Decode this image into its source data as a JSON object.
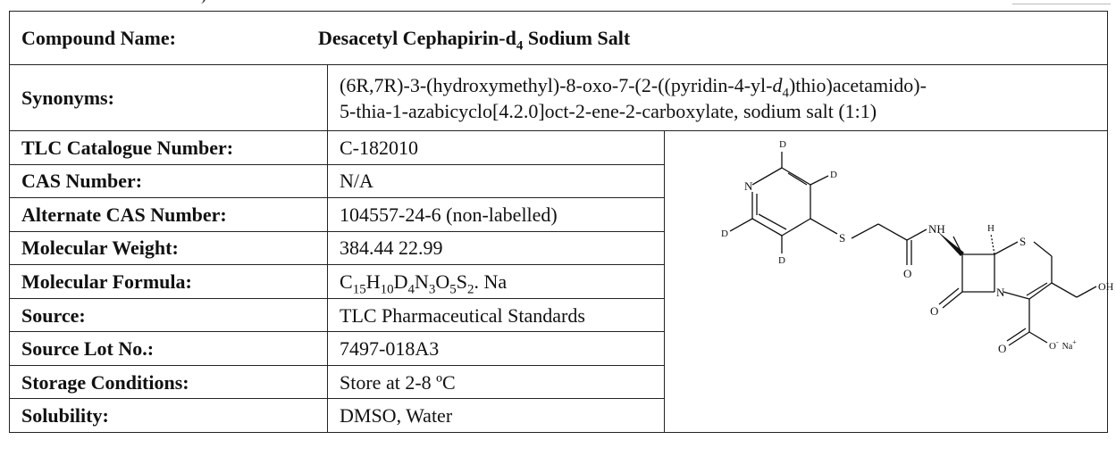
{
  "compound_name": {
    "label": "Compound Name:",
    "value_main": "Desacetyl Cephapirin-d",
    "value_sub": "4",
    "value_tail": " Sodium Salt"
  },
  "synonyms": {
    "label": "Synonyms:",
    "part1": "(6R,7R)-3-(hydroxymethyl)-8-oxo-7-(2-((pyridin-4-yl-",
    "part1_italic": "d",
    "part1_sub": "4",
    "part1_tail": ")thio)acetamido)-",
    "line2": "5-thia-1-azabicyclo[4.2.0]oct-2-ene-2-carboxylate, sodium salt (1:1)"
  },
  "rows": [
    {
      "label": "TLC Catalogue Number:",
      "value": "C-182010"
    },
    {
      "label": "CAS Number:",
      "value": "N/A"
    },
    {
      "label": "Alternate CAS Number:",
      "value": "104557-24-6 (non-labelled)"
    },
    {
      "label": "Molecular Weight:",
      "value": "384.44 22.99"
    },
    {
      "label": "Molecular Formula:",
      "formula": [
        {
          "t": "C"
        },
        {
          "s": "15"
        },
        {
          "t": "H"
        },
        {
          "s": "10"
        },
        {
          "t": "D"
        },
        {
          "s": "4"
        },
        {
          "t": "N"
        },
        {
          "s": "3"
        },
        {
          "t": "O"
        },
        {
          "s": "5"
        },
        {
          "t": "S"
        },
        {
          "s": "2"
        },
        {
          "t": ". Na"
        }
      ]
    },
    {
      "label": "Source:",
      "value": "TLC Pharmaceutical Standards"
    },
    {
      "label": "Source Lot No.:",
      "value": "7497-018A3"
    },
    {
      "label": "Storage Conditions:",
      "value": "Store at 2-8 ºC"
    },
    {
      "label": "Solubility:",
      "value": "DMSO, Water"
    }
  ],
  "structure": {
    "atom_D": "D",
    "atom_N": "N",
    "atom_S": "S",
    "atom_NH": "NH",
    "atom_H": "H",
    "atom_O": "O",
    "atom_OH": "OH",
    "atom_O_minus": "O",
    "minus_sign": "-",
    "atom_Na": "Na",
    "plus_sign": "+"
  }
}
